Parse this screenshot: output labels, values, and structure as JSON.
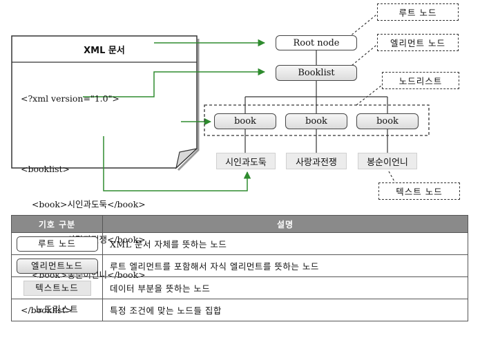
{
  "document": {
    "title": "XML 문서",
    "lines": [
      "<?xml version=\"1.0\">",
      "",
      "<booklist>",
      "    <book>시인과도둑</book>",
      "    <book>사랑과전쟁</book>",
      "    <book>봉순이언니</book>",
      "</booklist>"
    ]
  },
  "tree": {
    "root": "Root node",
    "element": "Booklist",
    "books": [
      "book",
      "book",
      "book"
    ],
    "texts": [
      "시인과도둑",
      "사랑과전쟁",
      "봉순이언니"
    ]
  },
  "callouts": {
    "root_node": "루트 노드",
    "element_node": "엘리먼트 노드",
    "node_list": "노드리스트",
    "text_node": "텍스트 노드"
  },
  "legend": {
    "headers": {
      "symbol": "기호 구분",
      "description": "설명"
    },
    "rows": [
      {
        "symbol": "루트 노드",
        "description": "XML 문서 자체를 뜻하는 노드"
      },
      {
        "symbol": "엘리먼트노드",
        "description": "루트 엘리먼트를 포함해서 자식 엘리먼트를 뜻하는 노드"
      },
      {
        "symbol": "텍스트노드",
        "description": "데이터 부분을 뜻하는 노드"
      },
      {
        "symbol": "노드리스트",
        "description": "특정 조건에 맞는 노드들 집합"
      }
    ]
  },
  "colors": {
    "arrow": "#2e8b2e",
    "header_bg": "#8a8a8a",
    "element_fill": "#dcdcdc",
    "text_fill": "#ececec"
  }
}
